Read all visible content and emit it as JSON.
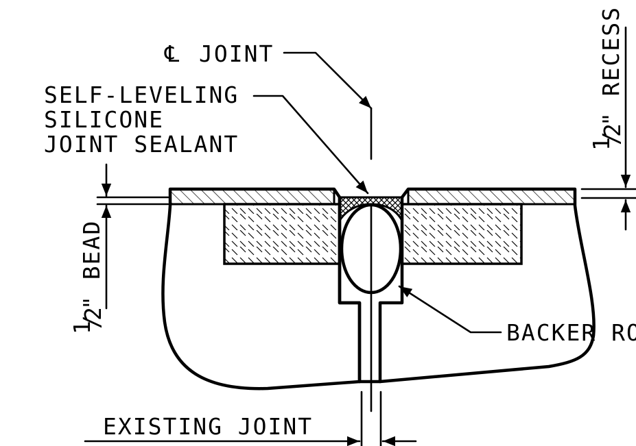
{
  "labels": {
    "cl_symbol": "℄",
    "cl_joint": "JOINT",
    "sealant_line1": "SELF-LEVELING",
    "sealant_line2": "SILICONE",
    "sealant_line3": "JOINT SEALANT",
    "recess_fraction_num": "1",
    "recess_fraction_den": "2",
    "recess_text": "\" RECESS",
    "bead_fraction_num": "1",
    "bead_fraction_den": "2",
    "bead_text": "\" BEAD",
    "backer_rod": "BACKER ROD",
    "existing_joint": "EXISTING JOINT"
  },
  "colors": {
    "ink": "#000000",
    "paper": "#ffffff"
  }
}
